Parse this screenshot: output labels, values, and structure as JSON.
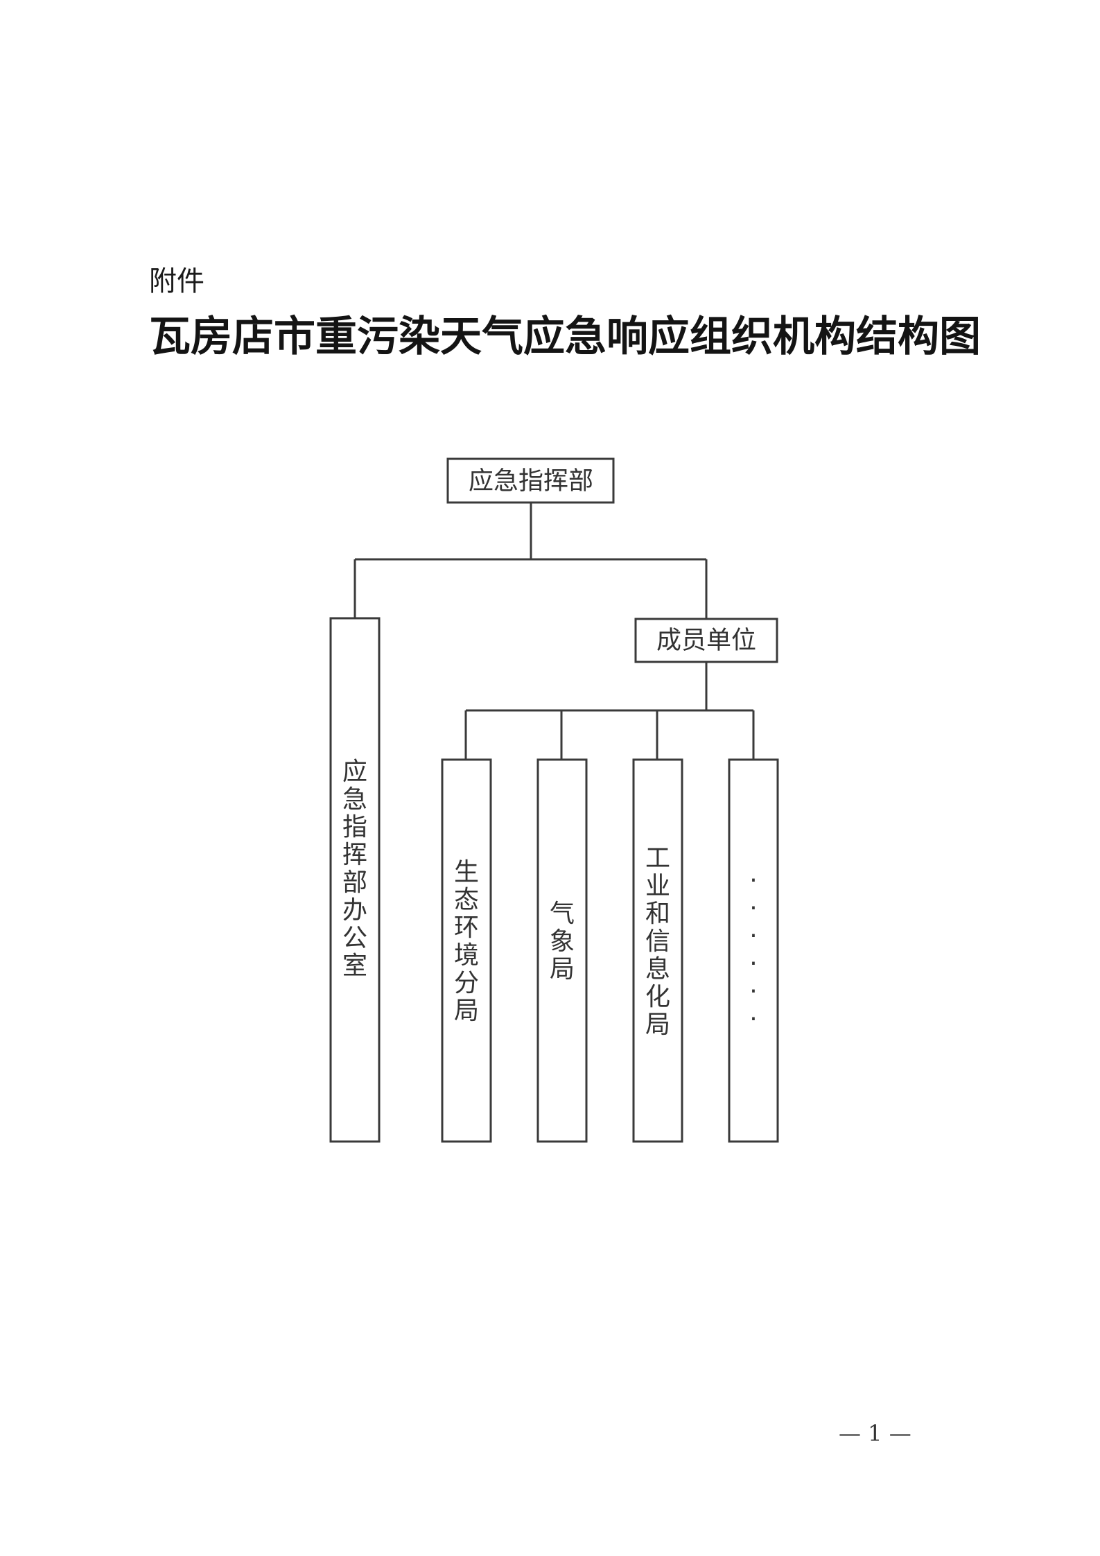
{
  "document": {
    "attachment_label": "附件",
    "title": "瓦房店市重污染天气应急响应组织机构结构图",
    "page_number": "— 1 —"
  },
  "org_chart": {
    "root": "应急指挥部",
    "office": "应急指挥部办公室",
    "member_group": "成员单位",
    "members": [
      "生态环境分局",
      "气象局",
      "工业和信息化局",
      "······"
    ]
  }
}
